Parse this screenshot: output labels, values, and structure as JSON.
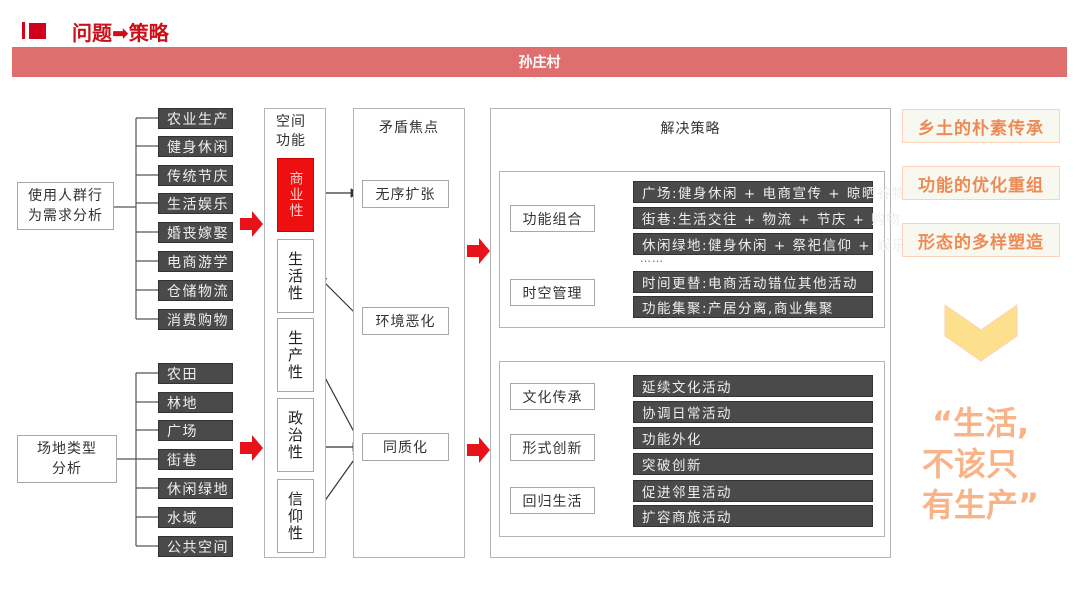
{
  "header": {
    "title": "问题➡策略",
    "banner": "孙庄村"
  },
  "colors": {
    "accent_red": "#d0021b",
    "banner": "#df6e6e",
    "dark_box": "#4a4a4a",
    "orange_text": "#ee8a55",
    "quote_text": "#f8b488",
    "chevron": "#fde08d"
  },
  "analysis": {
    "user_behavior": {
      "label": "使用人群行为需求分析",
      "items": [
        "农业生产",
        "健身休闲",
        "传统节庆",
        "生活娱乐",
        "婚丧嫁娶",
        "电商游学",
        "仓储物流",
        "消费购物"
      ]
    },
    "site_type": {
      "label": "场地类型分析",
      "items": [
        "农田",
        "林地",
        "广场",
        "街巷",
        "休闲绿地",
        "水域",
        "公共空间"
      ]
    }
  },
  "space_function": {
    "title": "空间功能",
    "items": [
      {
        "label": "商业性",
        "highlighted": true
      },
      {
        "label": "生活性",
        "highlighted": false
      },
      {
        "label": "生产性",
        "highlighted": false
      },
      {
        "label": "政治性",
        "highlighted": false
      },
      {
        "label": "信仰性",
        "highlighted": false
      }
    ]
  },
  "conflicts": {
    "title": "矛盾焦点",
    "items": [
      "无序扩张",
      "环境恶化",
      "同质化"
    ]
  },
  "strategy": {
    "title": "解决策略",
    "upper": [
      {
        "label": "功能组合",
        "details": [
          "广场:健身休闲 + 电商宣传 + 晾晒谷物",
          "街巷:生活交往 + 物流 + 节庆 + 购物",
          "休闲绿地:健身休闲 + 祭祀信仰 + 娱乐"
        ]
      },
      {
        "label": "时空管理",
        "details": [
          "时间更替:电商活动错位其他活动",
          "功能集聚:产居分离,商业集聚"
        ]
      }
    ],
    "ellipsis": "……",
    "lower": [
      {
        "label": "文化传承",
        "details": [
          "延续文化活动",
          "协调日常活动"
        ]
      },
      {
        "label": "形式创新",
        "details": [
          "功能外化",
          "突破创新"
        ]
      },
      {
        "label": "回归生活",
        "details": [
          "促进邻里活动",
          "扩容商旅活动"
        ]
      }
    ]
  },
  "outcomes": [
    "乡土的朴素传承",
    "功能的优化重组",
    "形态的多样塑造"
  ],
  "slogan": [
    "“生活,",
    "不该只",
    "有生产”"
  ]
}
